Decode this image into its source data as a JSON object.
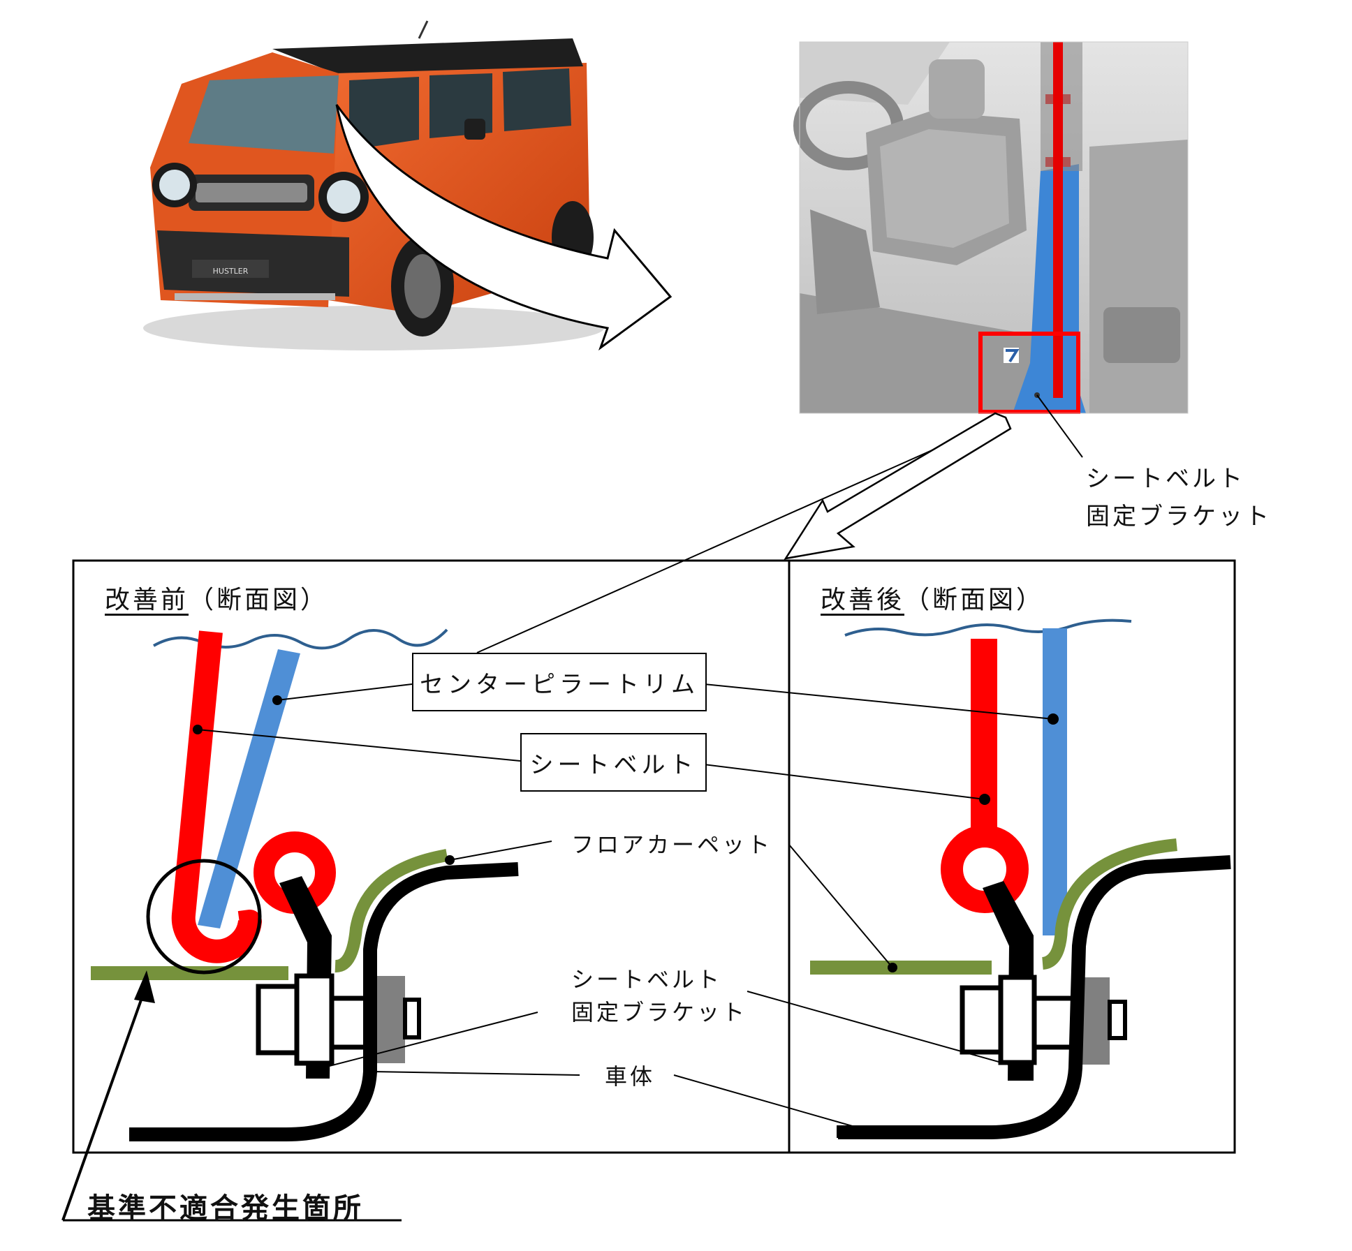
{
  "diagram": {
    "callout_top": {
      "line1": "シートベルト",
      "line2": "固定ブラケット"
    },
    "panel_before": {
      "title": "改善前",
      "title_suffix": "（断面図）"
    },
    "panel_after": {
      "title": "改善後",
      "title_suffix": "（断面図）"
    },
    "labels": {
      "center_pillar_trim": "センターピラートリム",
      "seat_belt": "シートベルト",
      "floor_carpet": "フロアカーペット",
      "bracket_line1": "シートベルト",
      "bracket_line2": "固定ブラケット",
      "body": "車体",
      "nonconformity_location": "基準不適合発生箇所"
    },
    "car_badge": "HUSTLER",
    "colors": {
      "seat_belt": "#ff0000",
      "pillar_trim": "#4f8fd6",
      "floor_carpet": "#76923c",
      "car_body": "#e8501c",
      "water_line": "#2e5f8f"
    }
  }
}
